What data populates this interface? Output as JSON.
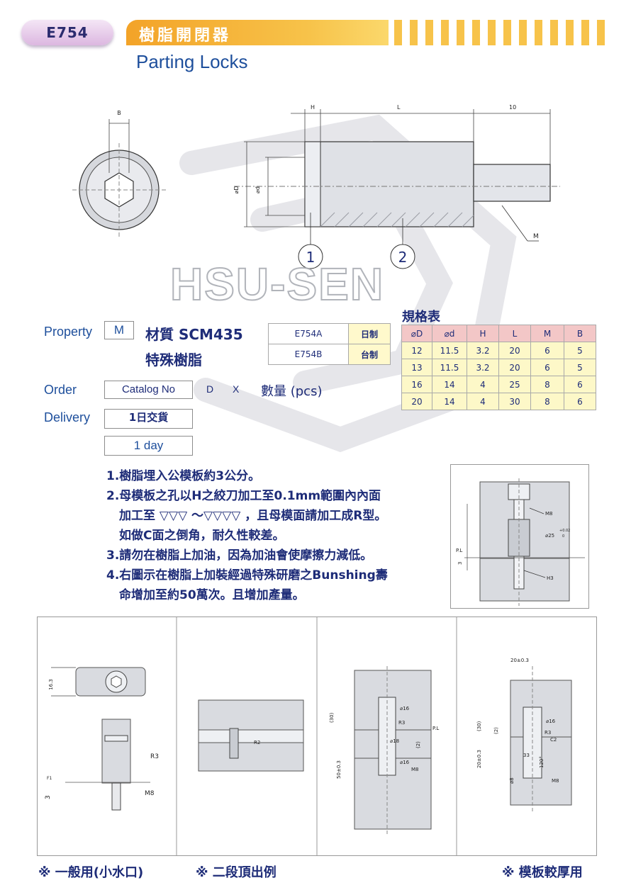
{
  "header": {
    "code": "E754",
    "title_cn": "樹脂開閉器",
    "title_en": "Parting Locks"
  },
  "watermark": "HSU-SEN",
  "drawing": {
    "dim_B": "B",
    "dim_H": "H",
    "dim_L": "L",
    "dim_10": "10",
    "dim_D": "⌀D",
    "dim_d": "⌀d",
    "dim_M": "M",
    "part_1": "1",
    "part_2": "2"
  },
  "property": {
    "label": "Property",
    "code": "M",
    "material": "材質 SCM435",
    "material2": "特殊樹脂"
  },
  "variants": [
    {
      "code": "E754A",
      "origin": "日制"
    },
    {
      "code": "E754B",
      "origin": "台制"
    }
  ],
  "order": {
    "label": "Order",
    "catalog": "Catalog No",
    "d": "D",
    "x": "X",
    "qty": "數量 (pcs)"
  },
  "delivery": {
    "label": "Delivery",
    "cn": "1日交貨",
    "en": "1 day"
  },
  "spec_table": {
    "title": "規格表",
    "headers": [
      "⌀D",
      "⌀d",
      "H",
      "L",
      "M",
      "B"
    ],
    "rows": [
      [
        "12",
        "11.5",
        "3.2",
        "20",
        "6",
        "5"
      ],
      [
        "13",
        "11.5",
        "3.2",
        "20",
        "6",
        "5"
      ],
      [
        "16",
        "14",
        "4",
        "25",
        "8",
        "6"
      ],
      [
        "20",
        "14",
        "4",
        "30",
        "8",
        "6"
      ]
    ]
  },
  "notes": [
    "1.樹脂埋入公模板約3公分。",
    "2.母模板之孔以H之絞刀加工至0.1mm範圍內內面",
    "加工至 ▽▽▽ ～▽▽▽▽ ，且母模面請加工成R型。",
    "如做C面之倒角，耐久性較差。",
    "3.請勿在樹脂上加油，因為加油會使摩擦力減低。",
    "4.右圖示在樹脂上加裝經過特殊研磨之Bunshing壽",
    "命增加至約50萬次。且增加產量。"
  ],
  "inset": {
    "m8": "M8",
    "dia25": "⌀25",
    "tol_up": "+0.02",
    "tol_lo": "0",
    "pl": "P.L",
    "three": "3",
    "h3": "H3"
  },
  "panels": {
    "p1": {
      "d163": "16.3",
      "r3": "R3",
      "f1": "F1",
      "three": "3",
      "m8": "M8"
    },
    "p2": {
      "r2": "R2"
    },
    "p3": {
      "d30": "(30)",
      "d16a": "⌀16",
      "r3": "R3",
      "pl": "P.L",
      "d18": "⌀18",
      "two": "(2)",
      "d50": "50±0.3",
      "d16b": "⌀16",
      "m8": "M8"
    },
    "p4": {
      "d20": "20±0.3",
      "d30": "(30)",
      "two": "(2)",
      "d16": "⌀16",
      "r3": "R3",
      "c2": "C2",
      "d20b": "20±0.3",
      "d33": "33",
      "a120": "120°",
      "d8": "⌀8",
      "m8": "M8"
    }
  },
  "footer": {
    "left": "※ 一般用(小水口)",
    "mid": "※ 二段頂出例",
    "right": "※ 模板較厚用"
  }
}
